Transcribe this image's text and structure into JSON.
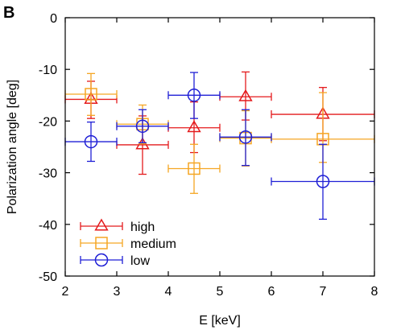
{
  "chart_data": {
    "type": "scatter",
    "panel_label": "B",
    "xlabel": "E [keV]",
    "ylabel": "Polarization angle [deg]",
    "xlim": [
      2,
      8
    ],
    "ylim": [
      -50,
      0
    ],
    "xticks": [
      2,
      3,
      4,
      5,
      6,
      7,
      8
    ],
    "yticks": [
      0,
      -10,
      -20,
      -30,
      -40,
      -50
    ],
    "grid": false,
    "legend_position": "bottom-left",
    "series": [
      {
        "name": "high",
        "color": "#e41a1c",
        "marker": "triangle",
        "points": [
          {
            "x": 2.5,
            "y": -15.8,
            "xlo": 2.0,
            "xhi": 3.0,
            "ylo": -19.5,
            "yhi": -12.3
          },
          {
            "x": 3.5,
            "y": -24.6,
            "xlo": 3.0,
            "xhi": 4.0,
            "ylo": -30.3,
            "yhi": -19.0
          },
          {
            "x": 4.5,
            "y": -21.3,
            "xlo": 4.0,
            "xhi": 5.0,
            "ylo": -26.1,
            "yhi": -16.3
          },
          {
            "x": 5.5,
            "y": -15.3,
            "xlo": 5.0,
            "xhi": 6.0,
            "ylo": -19.8,
            "yhi": -10.5
          },
          {
            "x": 7.0,
            "y": -18.7,
            "xlo": 6.0,
            "xhi": 8.0,
            "ylo": -23.8,
            "yhi": -13.5
          }
        ]
      },
      {
        "name": "medium",
        "color": "#f5a623",
        "marker": "square",
        "points": [
          {
            "x": 2.5,
            "y": -14.8,
            "xlo": 2.0,
            "xhi": 3.0,
            "ylo": -18.9,
            "yhi": -10.8
          },
          {
            "x": 3.5,
            "y": -20.6,
            "xlo": 3.0,
            "xhi": 4.0,
            "ylo": -24.4,
            "yhi": -16.9
          },
          {
            "x": 4.5,
            "y": -29.2,
            "xlo": 4.0,
            "xhi": 5.0,
            "ylo": -34.0,
            "yhi": -24.5
          },
          {
            "x": 5.5,
            "y": -23.3,
            "xlo": 5.0,
            "xhi": 6.0,
            "ylo": -28.7,
            "yhi": -18.0
          },
          {
            "x": 7.0,
            "y": -23.5,
            "xlo": 6.0,
            "xhi": 8.0,
            "ylo": -28.0,
            "yhi": -14.5
          }
        ]
      },
      {
        "name": "low",
        "color": "#1f1fd6",
        "marker": "circle",
        "points": [
          {
            "x": 2.5,
            "y": -24.0,
            "xlo": 2.0,
            "xhi": 3.0,
            "ylo": -27.8,
            "yhi": -20.2
          },
          {
            "x": 3.5,
            "y": -21.0,
            "xlo": 3.0,
            "xhi": 4.0,
            "ylo": -24.2,
            "yhi": -17.8
          },
          {
            "x": 4.5,
            "y": -15.0,
            "xlo": 4.0,
            "xhi": 5.0,
            "ylo": -19.5,
            "yhi": -10.6
          },
          {
            "x": 5.5,
            "y": -23.1,
            "xlo": 5.0,
            "xhi": 6.0,
            "ylo": -28.6,
            "yhi": -17.8
          },
          {
            "x": 7.0,
            "y": -31.7,
            "xlo": 6.0,
            "xhi": 8.0,
            "ylo": -39.0,
            "yhi": -24.5
          }
        ]
      }
    ]
  }
}
